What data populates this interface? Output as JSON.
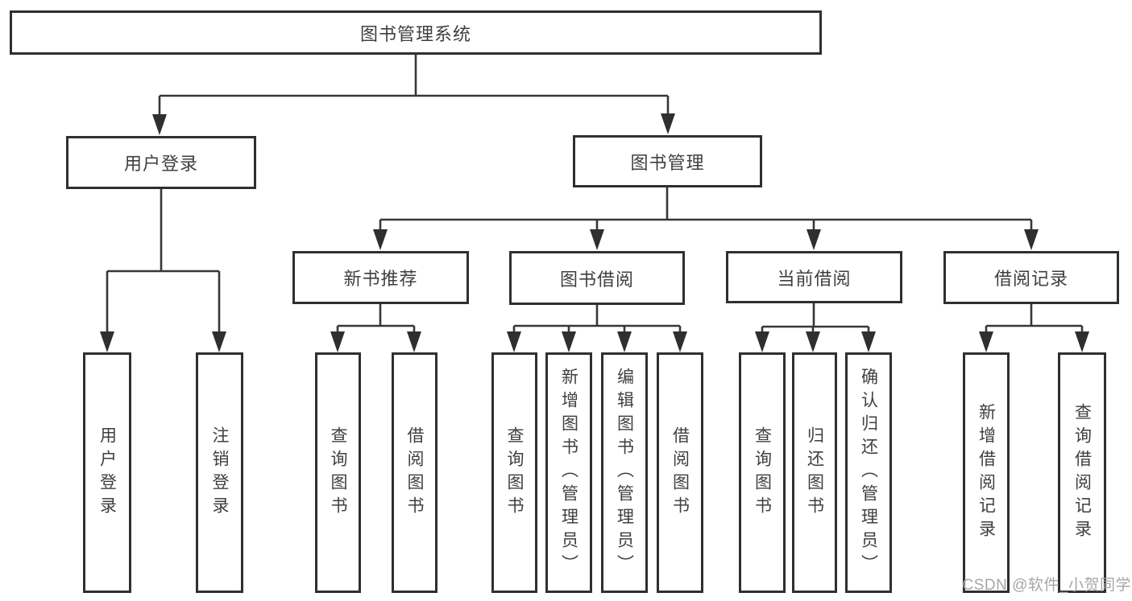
{
  "diagram": {
    "root": {
      "label": "图书管理系统"
    },
    "level2": {
      "user_login": {
        "label": "用户登录"
      },
      "book_mgmt": {
        "label": "图书管理"
      }
    },
    "level3": {
      "new_book": {
        "label": "新书推荐"
      },
      "book_borrow": {
        "label": "图书借阅"
      },
      "current_borrow": {
        "label": "当前借阅"
      },
      "borrow_records": {
        "label": "借阅记录"
      }
    },
    "leaves": {
      "ul_login": {
        "label": "用户登录"
      },
      "ul_logout": {
        "label": "注销登录"
      },
      "nb_query": {
        "label": "查询图书"
      },
      "nb_borrow": {
        "label": "借阅图书"
      },
      "bb_query": {
        "label": "查询图书"
      },
      "bb_add": {
        "label": "新增图书（管理员）"
      },
      "bb_edit": {
        "label": "编辑图书（管理员）"
      },
      "bb_borrow": {
        "label": "借阅图书"
      },
      "cb_query": {
        "label": "查询图书"
      },
      "cb_return": {
        "label": "归还图书"
      },
      "cb_confirm": {
        "label": "确认归还（管理员）"
      },
      "br_add": {
        "label": "新增借阅记录"
      },
      "br_query": {
        "label": "查询借阅记录"
      }
    },
    "colors": {
      "line": "#373737",
      "box_border": "#2f2f2f",
      "text": "#3f3f3f",
      "watermark_text": "#a6a6a6",
      "background": "#ffffff"
    }
  },
  "watermark": {
    "text": "CSDN @软件_小贺同学"
  }
}
